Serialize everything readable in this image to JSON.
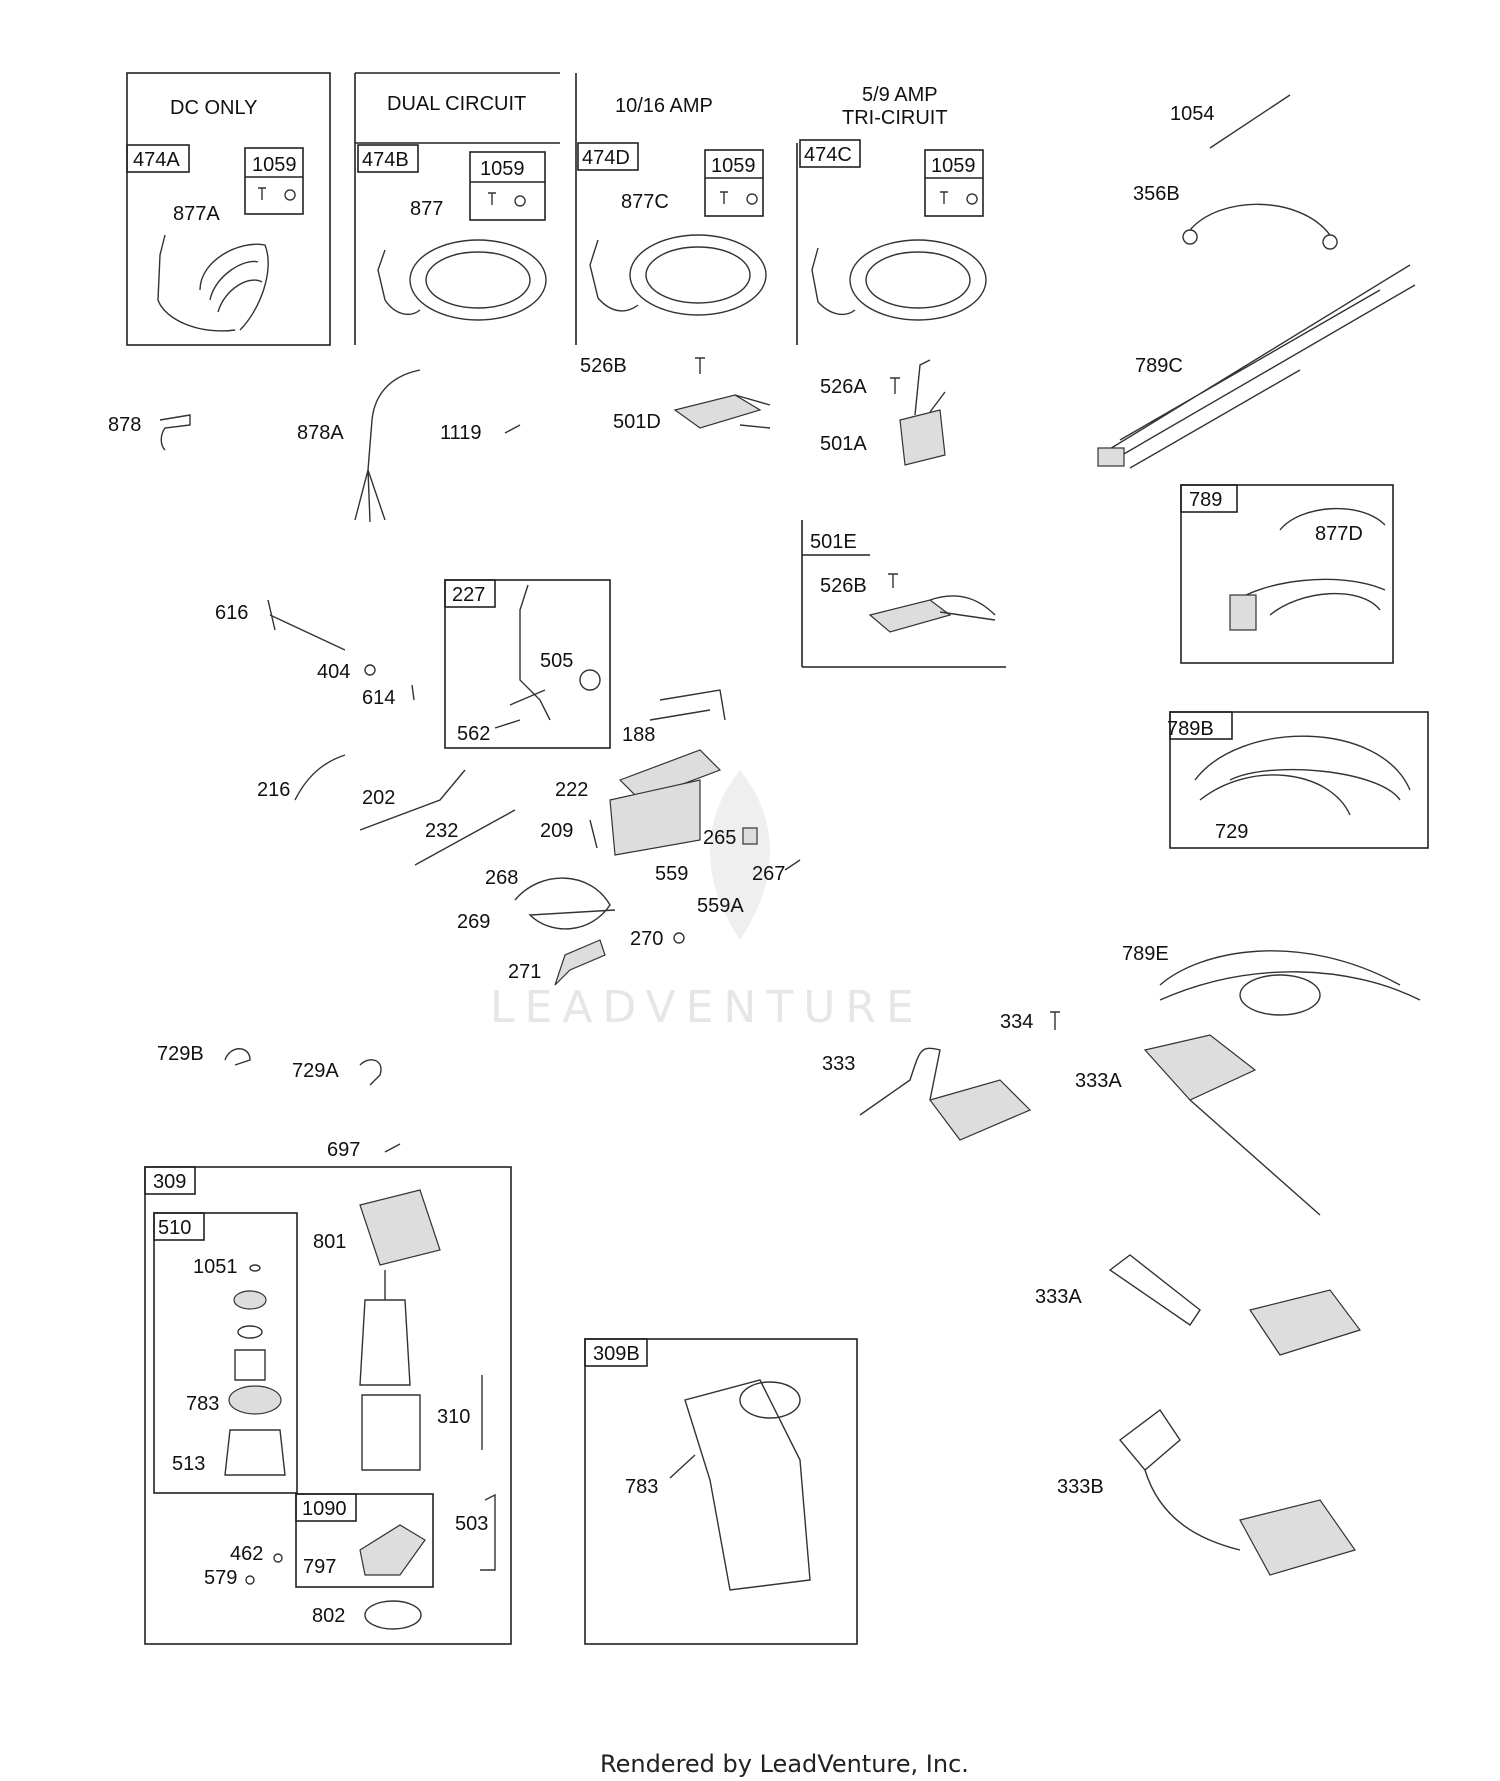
{
  "headers": {
    "dc_only": "DC ONLY",
    "dual_circuit": "DUAL CIRCUIT",
    "amp_10_16": "10/16 AMP",
    "amp_5_9": "5/9   AMP",
    "tri_circuit": "TRI-CIRUIT"
  },
  "boxes": {
    "b474A": "474A",
    "b474B": "474B",
    "b474D": "474D",
    "b474C": "474C",
    "b1059a": "1059",
    "b1059b": "1059",
    "b1059c": "1059",
    "b1059d": "1059",
    "b227": "227",
    "b501E": "501E",
    "b789": "789",
    "b789B": "789B",
    "b309": "309",
    "b510": "510",
    "b1090": "1090",
    "b309B": "309B"
  },
  "labels": {
    "l877A": "877A",
    "l877": "877",
    "l877C": "877C",
    "l1054": "1054",
    "l356B": "356B",
    "l526B_1": "526B",
    "l526A": "526A",
    "l501D": "501D",
    "l501A": "501A",
    "l789C": "789C",
    "l878": "878",
    "l878A": "878A",
    "l1119": "1119",
    "l526B_2": "526B",
    "l877D": "877D",
    "l616": "616",
    "l404": "404",
    "l614": "614",
    "l505": "505",
    "l562": "562",
    "l188": "188",
    "l789B_729": "729",
    "l216": "216",
    "l202": "202",
    "l222": "222",
    "l232": "232",
    "l209": "209",
    "l265": "265",
    "l268": "268",
    "l559": "559",
    "l267": "267",
    "l559A": "559A",
    "l269": "269",
    "l270": "270",
    "l271": "271",
    "l789E": "789E",
    "l334": "334",
    "l729B": "729B",
    "l729A": "729A",
    "l333": "333",
    "l333A_1": "333A",
    "l697": "697",
    "l801": "801",
    "l1051": "1051",
    "l783a": "783",
    "l310": "310",
    "l513": "513",
    "l333A_2": "333A",
    "l783b": "783",
    "l333B": "333B",
    "l503": "503",
    "l462": "462",
    "l797": "797",
    "l579": "579",
    "l802": "802"
  },
  "watermark": "LEADVENTURE",
  "footer": "Rendered by LeadVenture, Inc."
}
